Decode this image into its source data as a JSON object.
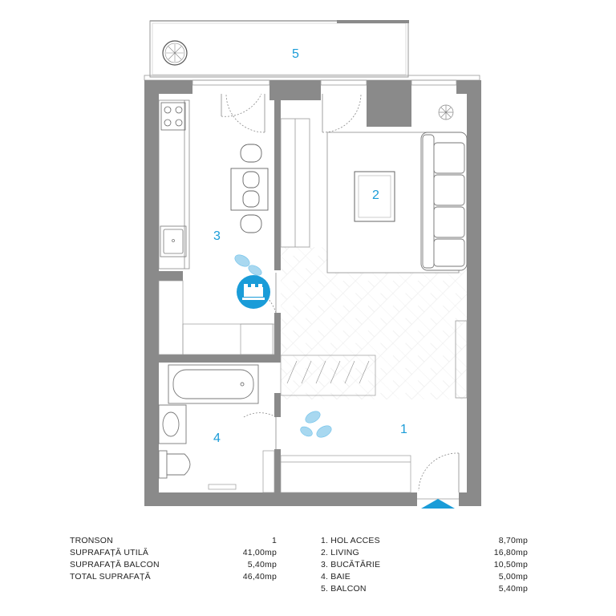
{
  "rooms": [
    {
      "number": "1"
    },
    {
      "number": "2"
    },
    {
      "number": "3"
    },
    {
      "number": "4"
    },
    {
      "number": "5"
    }
  ],
  "summary": [
    {
      "label": "TRONSON",
      "value": "1"
    },
    {
      "label": "SUPRAFAȚĂ UTILĂ",
      "value": "41,00mp"
    },
    {
      "label": "SUPRAFAȚĂ BALCON",
      "value": "5,40mp"
    },
    {
      "label": "TOTAL SUPRAFAȚĂ",
      "value": "46,40mp"
    }
  ],
  "room_areas": [
    {
      "label": "1. HOL ACCES",
      "value": "8,70mp"
    },
    {
      "label": "2. LIVING",
      "value": "16,80mp"
    },
    {
      "label": "3. BUCĂTĂRIE",
      "value": "10,50mp"
    },
    {
      "label": "4. BAIE",
      "value": "5,00mp"
    },
    {
      "label": "5. BALCON",
      "value": "5,40mp"
    }
  ],
  "colors": {
    "wall": "#8a8a8a",
    "accent": "#1a9cd8",
    "line": "#9a9a9a"
  },
  "icons": [
    "entrance-arrow-icon",
    "balcony-chair-icon",
    "bath-icon",
    "toilet-icon",
    "sink-icon",
    "cooktop-icon",
    "plant-icon",
    "sofa-icon",
    "dining-table-icon"
  ]
}
